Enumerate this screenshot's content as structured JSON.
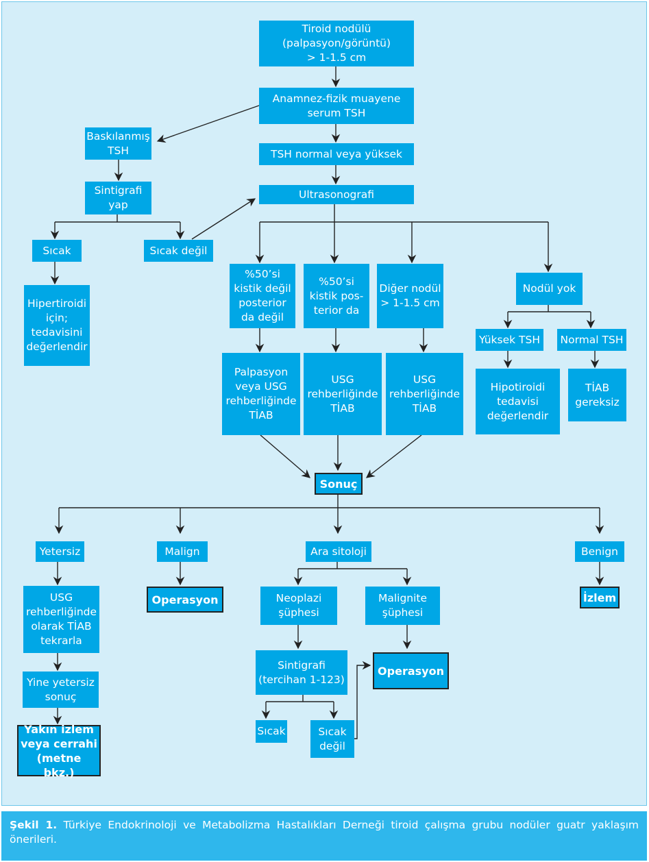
{
  "nodes": {
    "tiroid_nodulu": "Tiroid nodülü\n(palpasyon/görüntü)\n> 1-1.5 cm",
    "anamnez": "Anamnez-fizik muayene\nserum TSH",
    "tsh_normal": "TSH normal veya yüksek",
    "baskilanmis_tsh": "Baskılanmış\nTSH",
    "sintigrafi_yap": "Sintigrafi\nyap",
    "ultrasonografi": "Ultrasonografi",
    "sicak_1": "Sıcak",
    "sicak_degil_1": "Sıcak değil",
    "hipertiroidi": "Hipertiroidi\niçin;\ntedavisini\ndeğerlendir",
    "kistik_degil": "%50’si\nkistik değil\nposterior\nda değil",
    "kistik_posterior": "%50’si\nkistik pos-\nterior da",
    "diger_nodul": "Diğer nodül\n> 1-1.5 cm",
    "nodul_yok": "Nodül yok",
    "yuksek_tsh": "Yüksek TSH",
    "normal_tsh": "Normal TSH",
    "hipotiroidi": "Hipotiroidi\ntedavisi\ndeğerlendir",
    "tiab_gereksiz": "TİAB\ngereksiz",
    "palpasyon_usg": "Palpasyon\nveya USG\nrehberliğinde\nTİAB",
    "usg_tiab_1": "USG\nrehberliğinde\nTİAB",
    "usg_tiab_2": "USG\nrehberliğinde\nTİAB",
    "sonuc": "Sonuç",
    "yetersiz": "Yetersiz",
    "malign": "Malign",
    "ara_sitoloji": "Ara sitoloji",
    "benign": "Benign",
    "operasyon_1": "Operasyon",
    "izlem": "İzlem",
    "usg_tekrarla": "USG\nrehberliğinde\nolarak TİAB\ntekrarla",
    "neoplazi": "Neoplazi\nşüphesi",
    "malignite": "Malignite\nşüphesi",
    "yine_yetersiz": "Yine yetersiz\nsonuç",
    "sintigrafi_tercihan": "Sintigrafi\n(tercihan 1-123)",
    "operasyon_2": "Operasyon",
    "yakin_izlem": "Yakın izlem\nveya cerrahi\n(metne bkz.)",
    "sicak_2": "Sıcak",
    "sicak_degil_2": "Sıcak\ndeğil"
  },
  "caption": {
    "label": "Şekil 1.",
    "text": " Türkiye Endokrinoloji ve Metabolizma Hastalıkları Derneği tiroid çalışma grubu nodüler guatr yaklaşım önerileri."
  },
  "colors": {
    "box_fill": "#00a7e6",
    "panel_bg": "#d4eef9",
    "caption_bg": "#2fb7ec",
    "line": "#222222"
  }
}
